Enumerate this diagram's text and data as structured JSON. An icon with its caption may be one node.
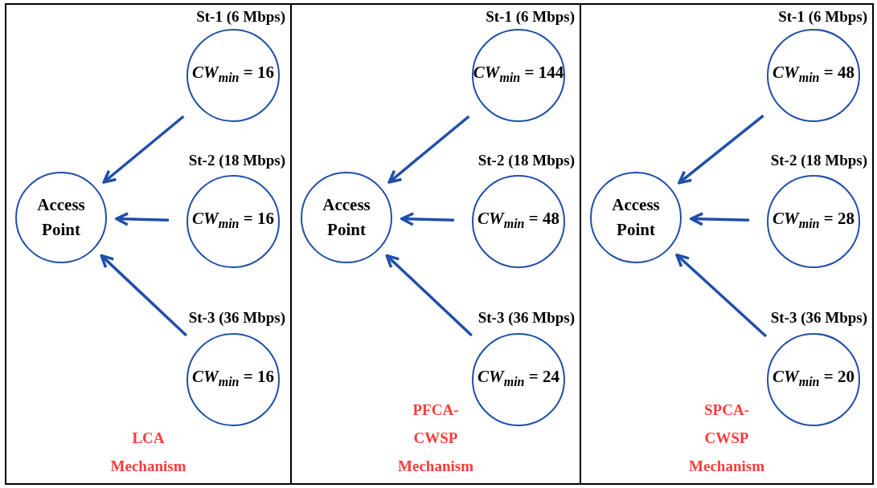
{
  "diagram": {
    "nodes": [
      {
        "text": [
          "LCA Mechanism"
        ]
      },
      {
        "text": [
          "Access Point"
        ],
        "in": 0
      },
      {
        "text": [
          "*CW*$_{min}$ = 16"
        ],
        "beside": [
          "St-1 (6 Mbps)"
        ],
        "in": 0
      },
      {
        "text": [
          "*CW*$_{min}$ = 16"
        ],
        "beside": [
          "St-2 (18 Mbps)"
        ],
        "in": 0
      },
      {
        "text": [
          "*CW*$_{min}$ = 16"
        ],
        "beside": [
          "St-3 (36 Mbps)"
        ],
        "in": 0
      },
      {
        "text": [
          "PFCA-CWSP Mechanism"
        ]
      },
      {
        "text": [
          "Access Point"
        ],
        "in": 5
      },
      {
        "text": [
          "*CW*$_{min}$ = 144"
        ],
        "beside": [
          "St-1 (6 Mbps)"
        ],
        "in": 5
      },
      {
        "text": [
          "*CW*$_{min}$ = 48"
        ],
        "beside": [
          "St-2 (18 Mbps)"
        ],
        "in": 5
      },
      {
        "text": [
          "*CW*$_{min}$ = 24"
        ],
        "beside": [
          "St-3 (36 Mbps)"
        ],
        "in": 5
      },
      {
        "text": [
          "SPCA-CWSP Mechanism"
        ]
      },
      {
        "text": [
          "Access Point"
        ],
        "in": 10
      },
      {
        "text": [
          "*CW*$_{min}$ = 48"
        ],
        "beside": [
          "St-1 (6 Mbps)"
        ],
        "in": 10
      },
      {
        "text": [
          "*CW*$_{min}$ = 28"
        ],
        "beside": [
          "St-2 (18 Mbps)"
        ],
        "in": 10
      },
      {
        "text": [
          "*CW*$_{min}$ = 20"
        ],
        "beside": [
          "St-3 (36 Mbps)"
        ],
        "in": 10
      }
    ],
    "edges": [
      {
        "from": 2,
        "to": 1,
        "arrow": "to"
      },
      {
        "from": 3,
        "to": 1,
        "arrow": "to"
      },
      {
        "from": 4,
        "to": 1,
        "arrow": "to"
      },
      {
        "from": 7,
        "to": 6,
        "arrow": "to"
      },
      {
        "from": 8,
        "to": 6,
        "arrow": "to"
      },
      {
        "from": 9,
        "to": 6,
        "arrow": "to"
      },
      {
        "from": 12,
        "to": 11,
        "arrow": "to"
      },
      {
        "from": 13,
        "to": 11,
        "arrow": "to"
      },
      {
        "from": 14,
        "to": 11,
        "arrow": "to"
      }
    ]
  }
}
